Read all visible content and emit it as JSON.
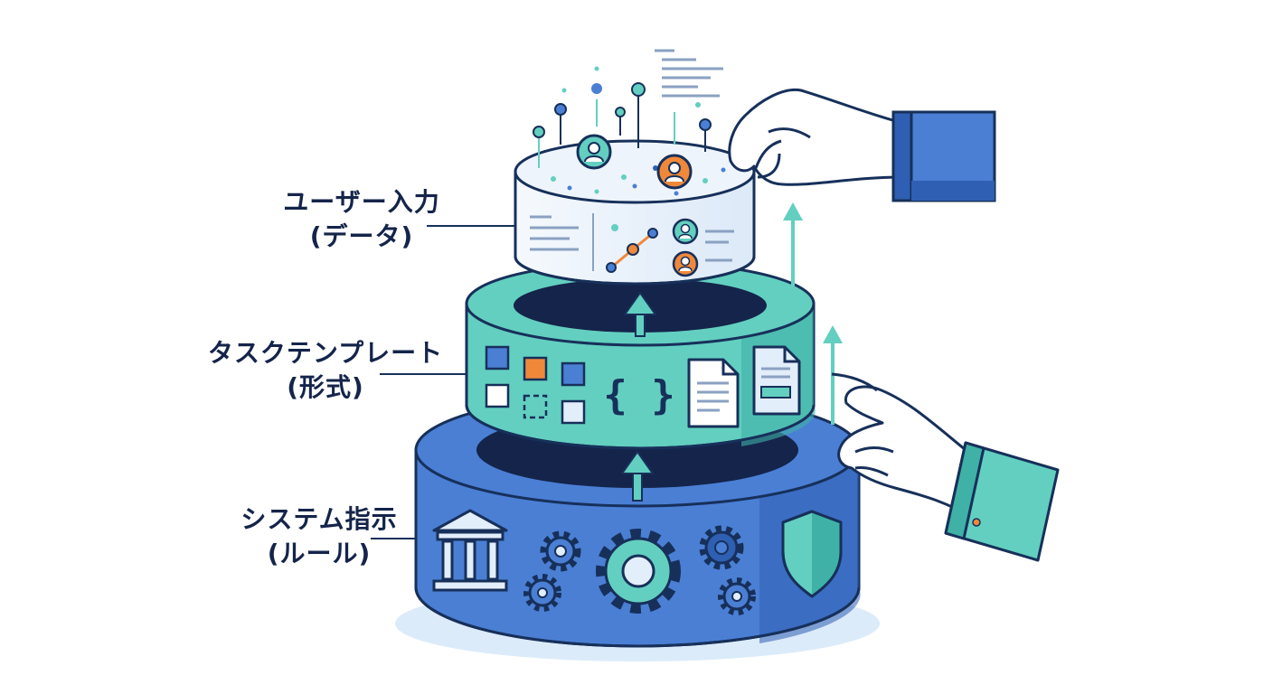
{
  "layers": [
    {
      "id": "data",
      "label_line1": "ユーザー入力",
      "label_line2": "(データ)"
    },
    {
      "id": "format",
      "label_line1": "タスクテンプレート",
      "label_line2": "(形式)"
    },
    {
      "id": "rules",
      "label_line1": "システム指示",
      "label_line2": "(ルール)"
    }
  ],
  "template_symbol": "{ }",
  "colors": {
    "outline": "#17305a",
    "blue": "#4a7fd4",
    "blue_dark": "#2f5fb3",
    "teal": "#63cfc0",
    "teal_dark": "#3fb1a6",
    "orange": "#f0883a",
    "navy": "#14244a",
    "paper": "#eef4fb",
    "pale": "#e3eefb"
  },
  "icons": [
    "bank-icon",
    "gear-icon",
    "shield-icon",
    "document-icon",
    "user-icon",
    "arrow-up-icon",
    "hand-icon"
  ]
}
